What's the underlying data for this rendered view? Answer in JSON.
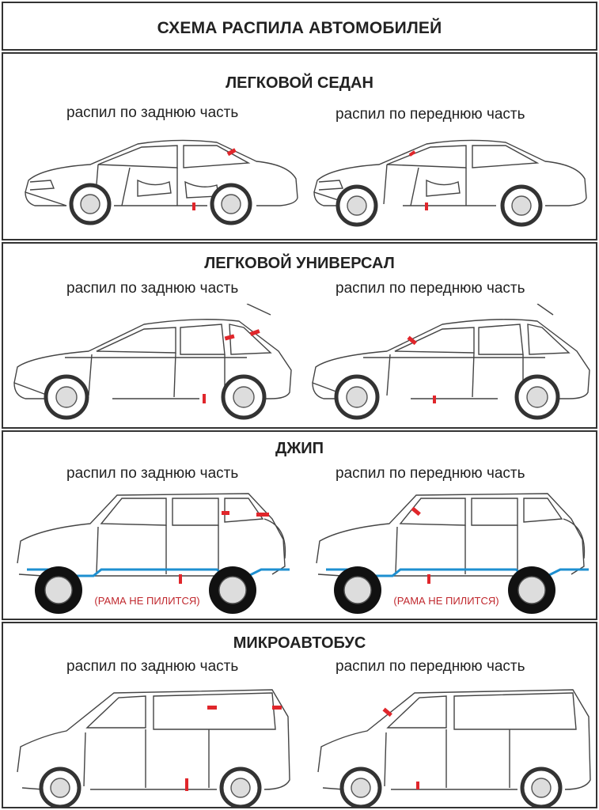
{
  "title": "СХЕМА РАСПИЛА АВТОМОБИЛЕЙ",
  "caption_rear": "распил по заднюю часть",
  "caption_front": "распил по переднюю часть",
  "sections": [
    {
      "title": "ЛЕГКОВОЙ СЕДАН"
    },
    {
      "title": "ЛЕГКОВОЙ УНИВЕРСАЛ"
    },
    {
      "title": "ДЖИП",
      "frame_note": "(РАМА НЕ ПИЛИТСЯ)"
    },
    {
      "title": "МИКРОАВТОБУС"
    }
  ],
  "colors": {
    "cut_mark": "#e0262b",
    "frame_line": "#1e8fd0",
    "outline": "#444444"
  }
}
